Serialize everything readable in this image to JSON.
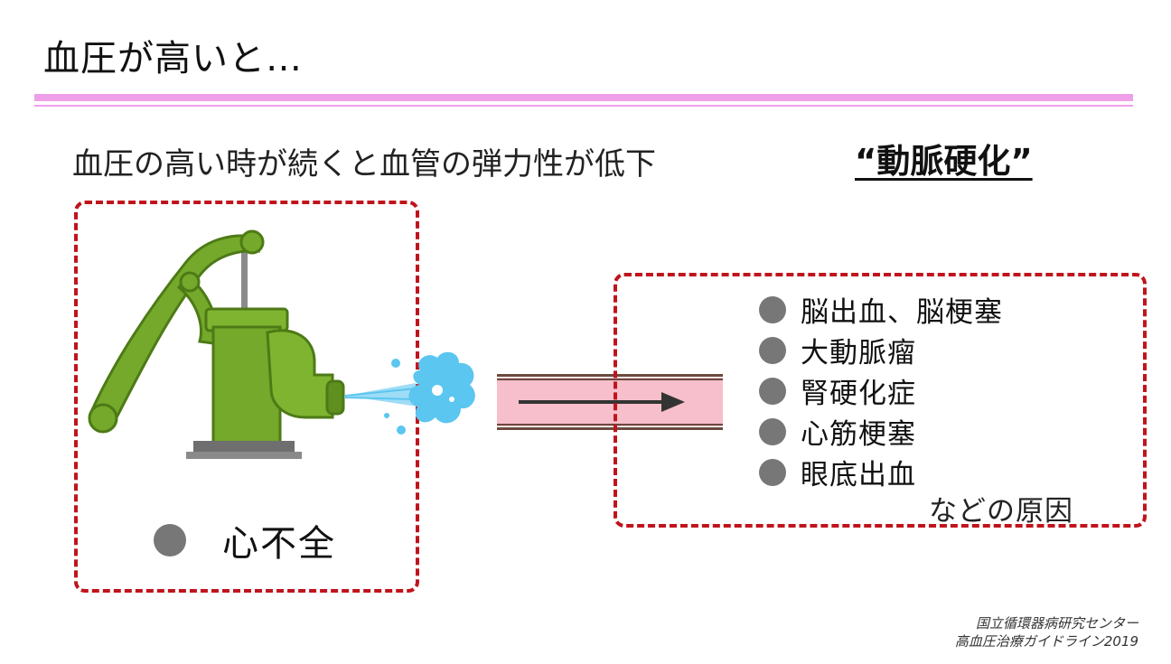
{
  "slide": {
    "title": "血圧が高いと…",
    "subtitle": "血圧の高い時が続くと血管の弾力性が低下",
    "subtitle_emphasis": "“動脈硬化”",
    "heart": {
      "label": "心不全"
    },
    "conditions": [
      "脳出血、脳梗塞",
      "大動脈瘤",
      "腎硬化症",
      "心筋梗塞",
      "眼底出血"
    ],
    "cause_note": "などの原因",
    "source_lines": [
      "国立循環器病研究センター",
      "高血圧治療ガイドライン2019"
    ],
    "colors": {
      "accent_pink": "#ef9fe8",
      "dash_red": "#c0141c",
      "pump_green": "#74a92b",
      "water_blue": "#5bc6f0",
      "vessel_pink": "#f6bfcb",
      "vessel_brown": "#6b4a3f",
      "bullet_gray": "#777777"
    },
    "icons": [
      "water-pump-icon",
      "water-splash-icon",
      "blood-vessel-icon",
      "arrow-right-icon"
    ]
  }
}
